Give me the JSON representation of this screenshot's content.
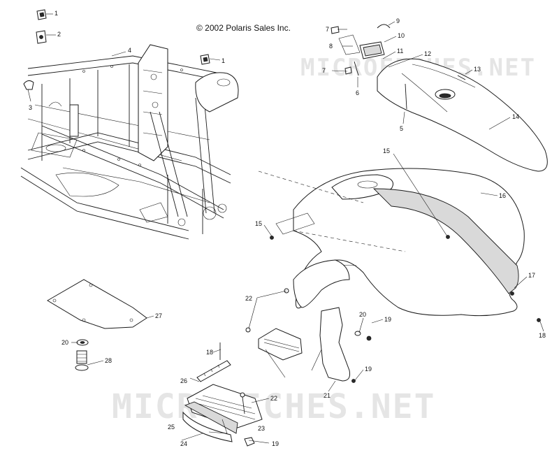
{
  "copyright": "© 2002 Polaris Sales Inc.",
  "watermarks": [
    "MICROFICHES.NET",
    "MICROFICHES.NET"
  ],
  "callouts": [
    "1",
    "2",
    "3",
    "4",
    "1",
    "7",
    "8",
    "9",
    "10",
    "11",
    "12",
    "7",
    "6",
    "13",
    "5",
    "14",
    "15",
    "16",
    "15",
    "17",
    "18",
    "22",
    "20",
    "19",
    "22",
    "21",
    "19",
    "18",
    "26",
    "22",
    "25",
    "23",
    "24",
    "19",
    "27",
    "20",
    "28"
  ]
}
